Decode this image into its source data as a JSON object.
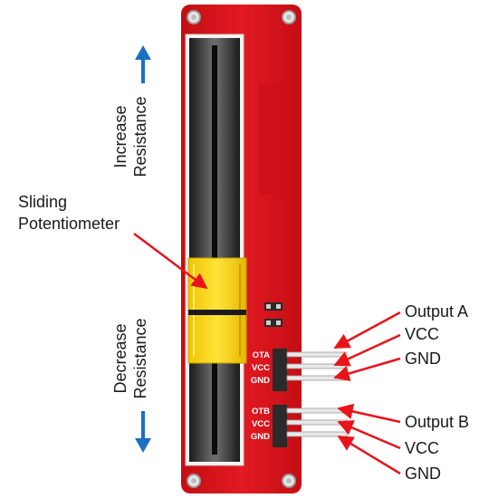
{
  "labels": {
    "increase_line1": "Increase",
    "increase_line2": "Resistance",
    "decrease_line1": "Decrease",
    "decrease_line2": "Resistance",
    "slider_line1": "Sliding",
    "slider_line2": "Potentiometer"
  },
  "pins": {
    "top": [
      "OTA",
      "VCC",
      "GND"
    ],
    "bottom": [
      "OTB",
      "VCC",
      "GND"
    ]
  },
  "outputs": {
    "a": [
      "Output A",
      "VCC",
      "GND"
    ],
    "b": [
      "Output B",
      "VCC",
      "GND"
    ]
  },
  "colors": {
    "board": "#e0141c",
    "arrow_blue": "#1d6fc2",
    "arrow_red": "#e8141a",
    "knob": "#f4d000"
  }
}
